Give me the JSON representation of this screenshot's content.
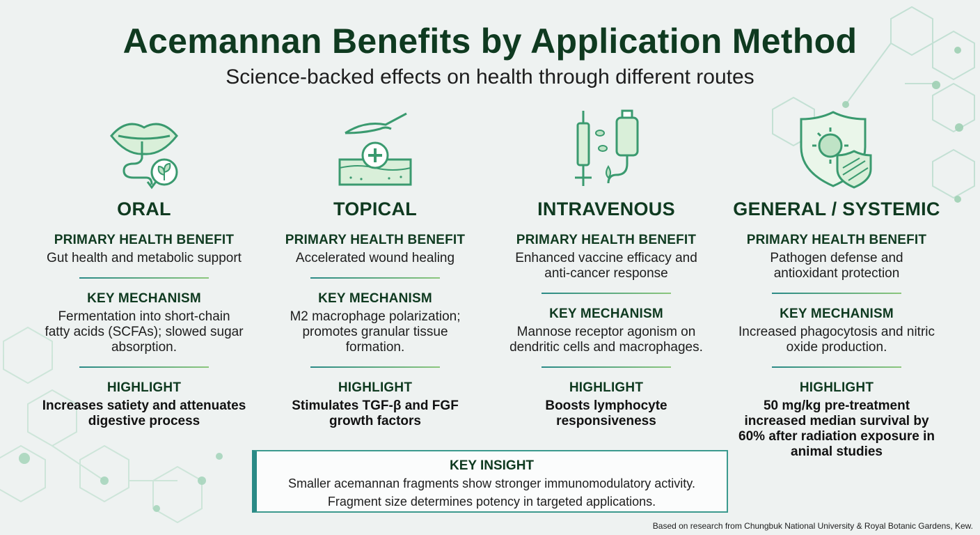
{
  "header": {
    "title": "Acemannan Benefits by Application Method",
    "subtitle": "Science-backed effects on health through different routes"
  },
  "section_labels": {
    "primary": "PRIMARY HEALTH BENEFIT",
    "mechanism": "KEY MECHANISM",
    "highlight": "HIGHLIGHT"
  },
  "columns": [
    {
      "name": "ORAL",
      "icon": "mouth-digestion-icon",
      "primary": "Gut health and metabolic support",
      "mechanism": "Fermentation into short-chain fatty acids (SCFAs); slowed sugar absorption.",
      "highlight": "Increases satiety and attenuates digestive process"
    },
    {
      "name": "TOPICAL",
      "icon": "hand-skin-healing-icon",
      "primary": "Accelerated wound healing",
      "mechanism": "M2 macrophage polarization; promotes granular tissue formation.",
      "highlight": "Stimulates TGF-β and FGF growth factors"
    },
    {
      "name": "INTRAVENOUS",
      "icon": "syringe-iv-bag-icon",
      "primary": "Enhanced vaccine efficacy and anti-cancer response",
      "mechanism": "Mannose receptor agonism on dendritic cells and macrophages.",
      "highlight": "Boosts lymphocyte responsiveness"
    },
    {
      "name": "GENERAL / SYSTEMIC",
      "icon": "shield-pathogen-icon",
      "primary": "Pathogen defense and antioxidant protection",
      "mechanism": "Increased phagocytosis and nitric oxide production.",
      "highlight": "50 mg/kg pre-treatment increased median survival by 60% after radiation exposure in animal studies"
    }
  ],
  "insight": {
    "label": "KEY INSIGHT",
    "line1": "Smaller acemannan fragments show stronger immunomodulatory activity.",
    "line2": "Fragment size determines potency in targeted applications."
  },
  "footnote": "Based on research from Chungbuk National University & Royal Botanic Gardens, Kew.",
  "colors": {
    "title": "#0f3a20",
    "accent_teal": "#2a8a86",
    "accent_green": "#8cc77d",
    "background": "#eef2f1"
  }
}
